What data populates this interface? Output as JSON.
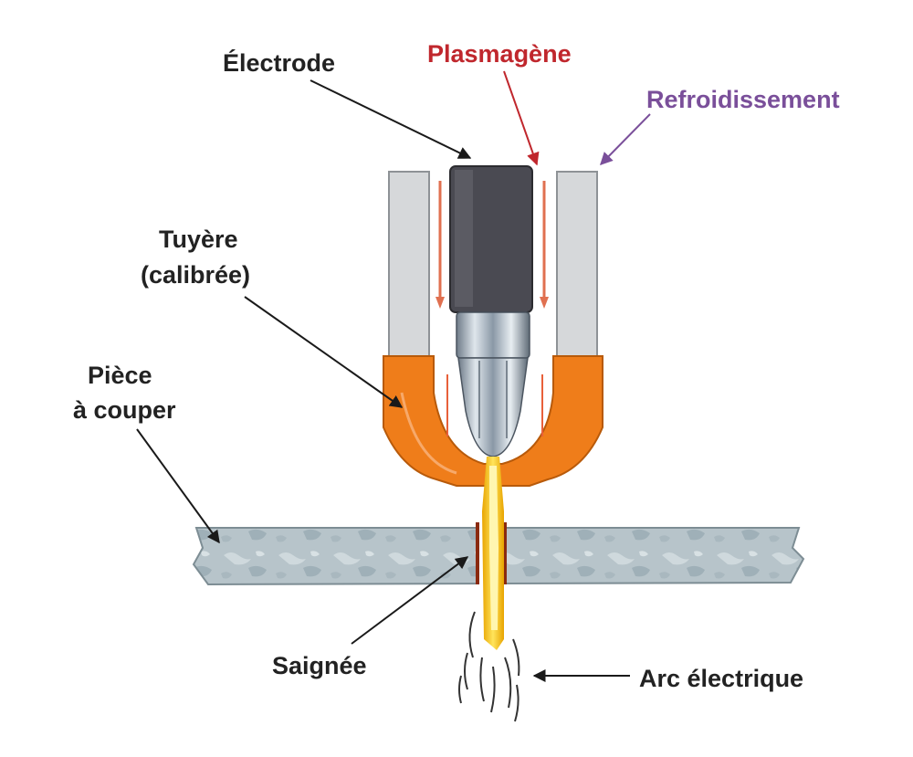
{
  "labels": {
    "electrode": "Électrode",
    "plasmagen": "Plasmagène",
    "cooling": "Refroidissement",
    "nozzle_line1": "Tuyère",
    "nozzle_line2": "(calibrée)",
    "workpiece_line1": "Pièce",
    "workpiece_line2": "à couper",
    "kerf": "Saignée",
    "arc": "Arc électrique"
  },
  "colors": {
    "text": "#222222",
    "plasmagen": "#c0272d",
    "cooling": "#7a4f9a",
    "nozzle": "#ef7d1a",
    "electrode": "#4a4a52",
    "housing": "#d4d6d8",
    "plate": "#b9c6cc",
    "arc": "#f5c518"
  },
  "icons": {
    "electrode_tip": "hex-nut-icon",
    "arrows": "arrow-icon"
  }
}
